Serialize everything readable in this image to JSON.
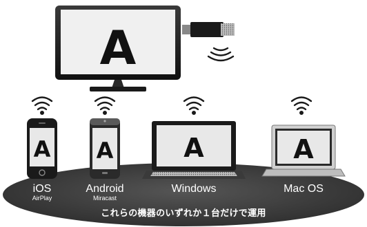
{
  "tv": {
    "display_letter": "A"
  },
  "devices": [
    {
      "id": "ios",
      "label": "iOS",
      "sublabel": "AirPlay",
      "display_letter": "A"
    },
    {
      "id": "android",
      "label": "Android",
      "sublabel": "Miracast",
      "display_letter": "A"
    },
    {
      "id": "windows",
      "label": "Windows",
      "display_letter": "A"
    },
    {
      "id": "macos",
      "label": "Mac OS",
      "display_letter": "A"
    }
  ],
  "caption": "これらの機器のいずれか１台だけで運用",
  "colors": {
    "ellipse": "#3a3a3a",
    "device_body": "#1a1a1a",
    "screen": "#e8e8e8",
    "text_on_dark": "#ffffff"
  }
}
